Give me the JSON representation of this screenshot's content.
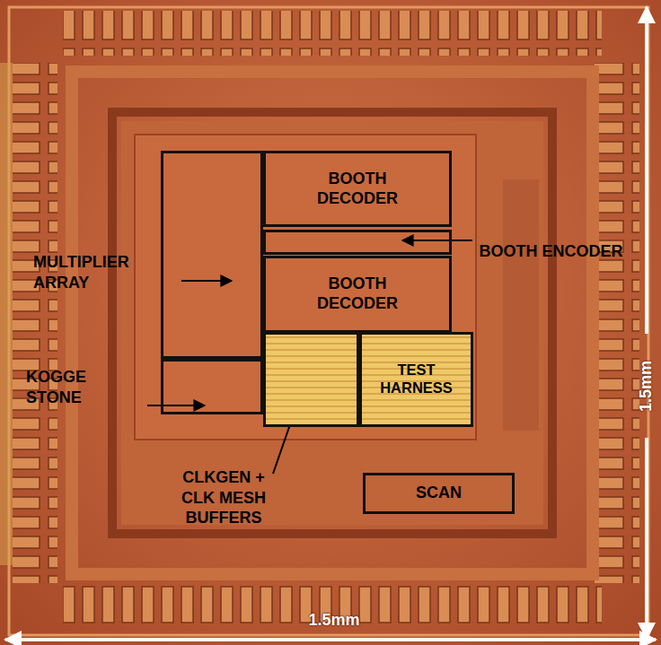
{
  "diagram": {
    "nodes": [
      {
        "text": [
          "MULTIPLIER ARRAY"
        ]
      },
      {
        "text": [
          "BOOTH DECODER"
        ]
      },
      {
        "text": [
          "BOOTH ENCODER"
        ]
      },
      {
        "text": [
          "BOOTH DECODER"
        ]
      },
      {
        "text": [
          "KOGGE STONE"
        ]
      },
      {
        "text": [
          "CLKGEN + CLK MESH BUFFERS"
        ]
      },
      {
        "text": [
          "TEST HARNESS"
        ]
      },
      {
        "text": [
          "SCAN"
        ]
      }
    ],
    "labels": [
      "1.5mm",
      "1.5mm"
    ]
  }
}
